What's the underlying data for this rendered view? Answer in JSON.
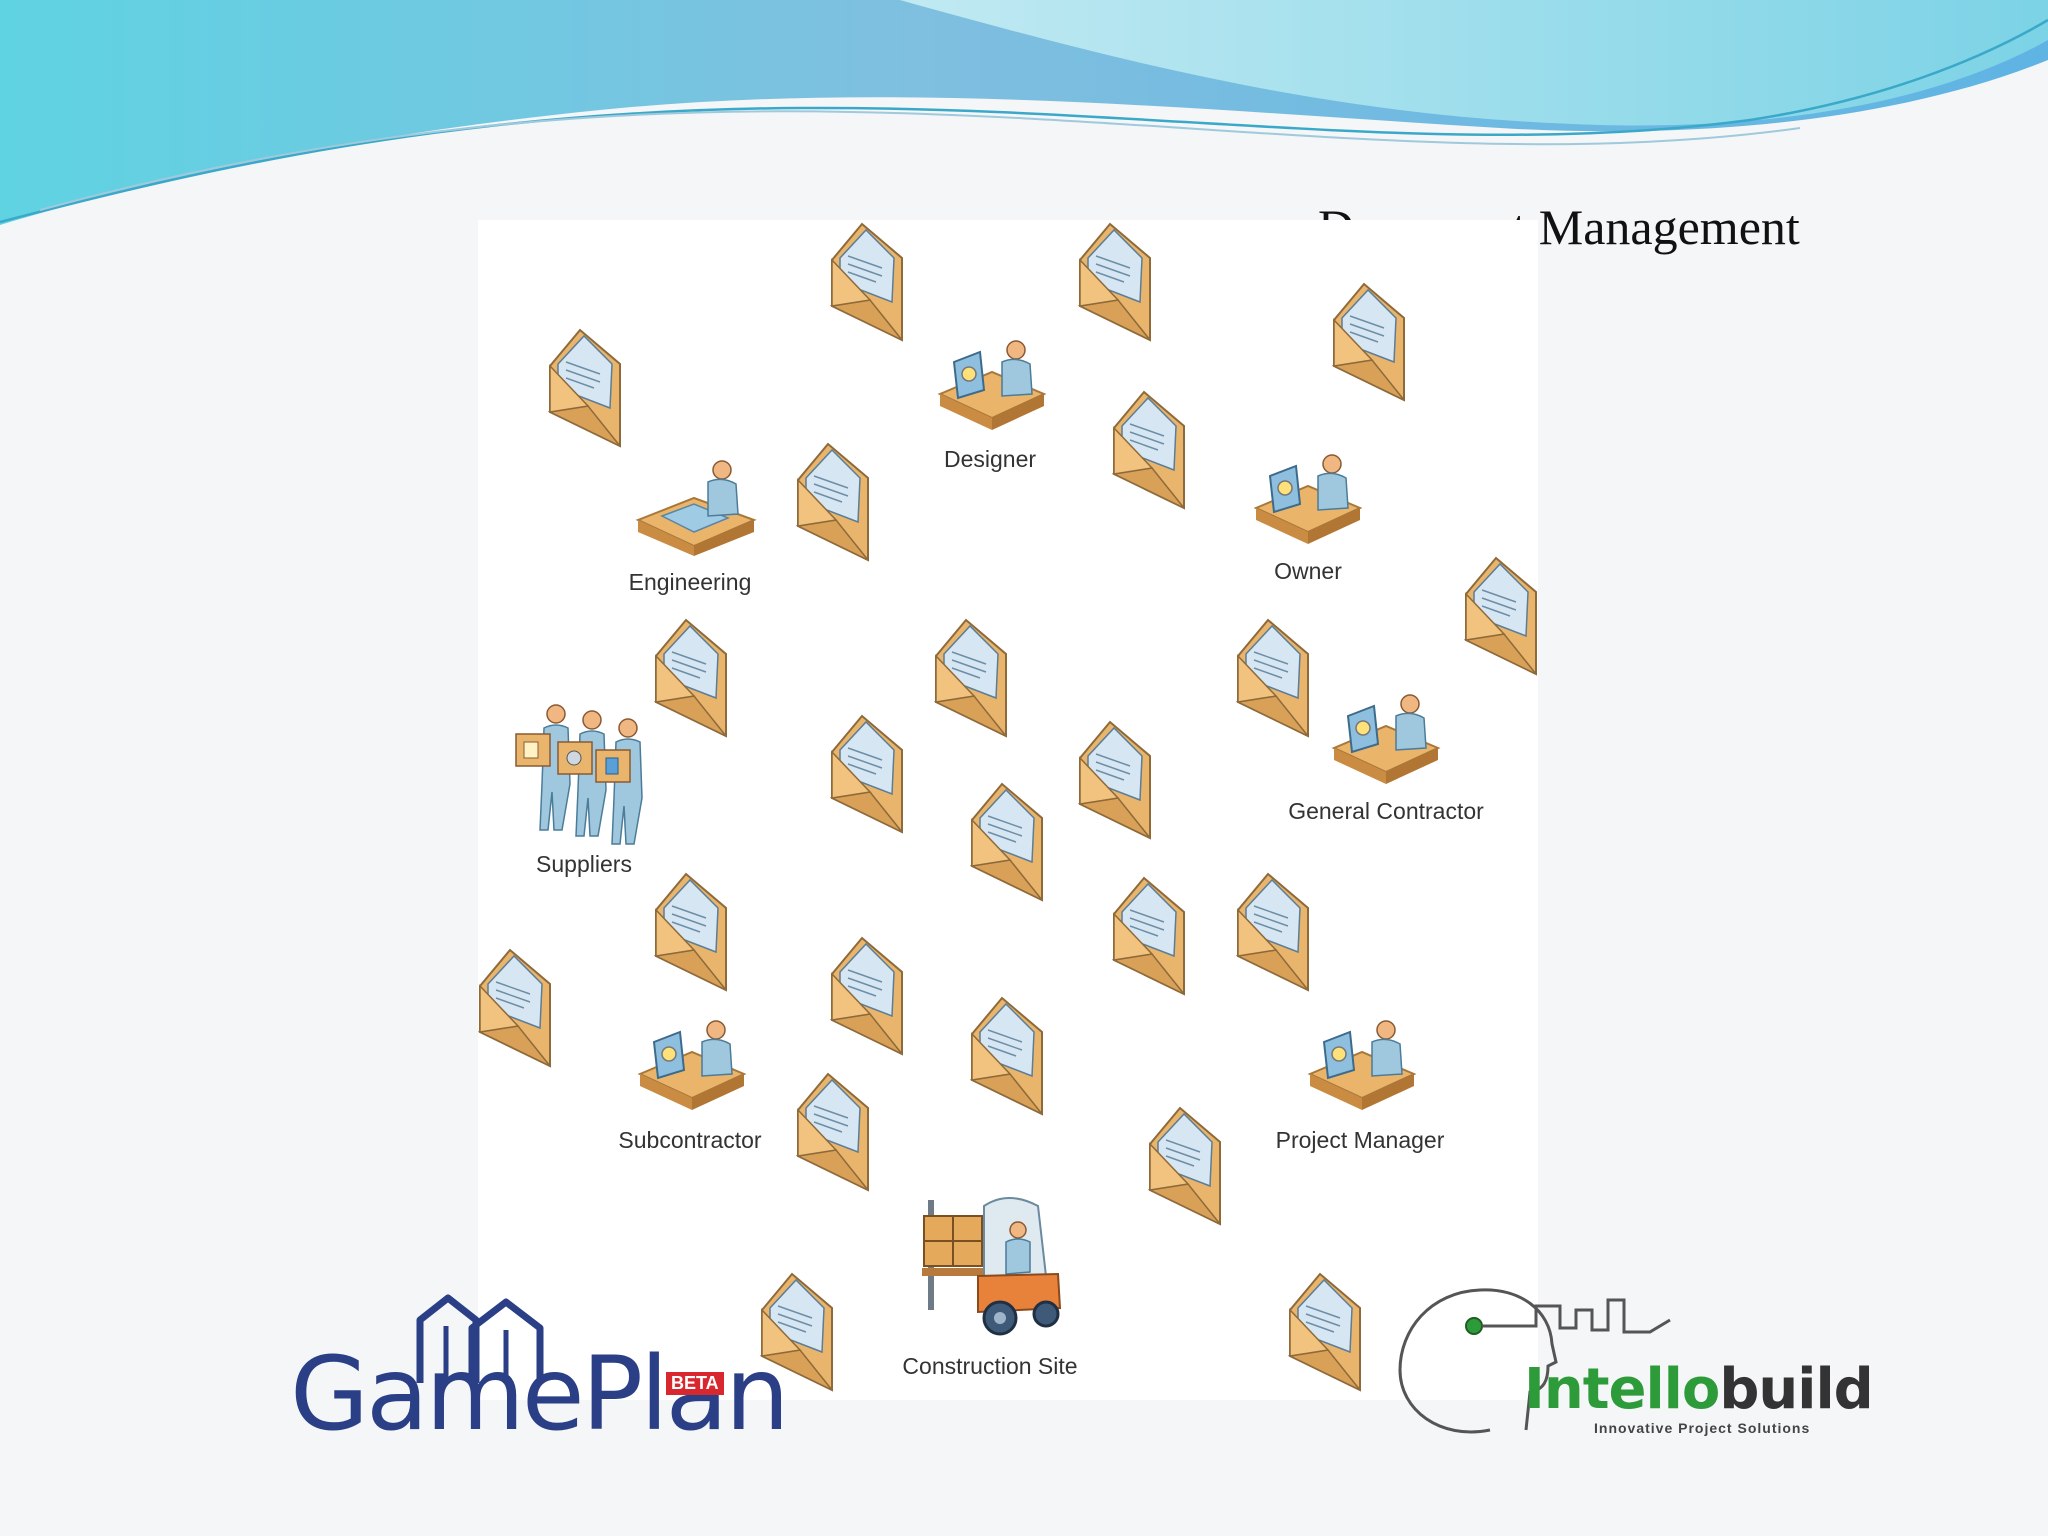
{
  "title": "Document Management",
  "nodes": [
    {
      "key": "designer",
      "label": "Designer",
      "icon": "workstation-person-icon"
    },
    {
      "key": "engineering",
      "label": "Engineering",
      "icon": "drafting-table-person-icon"
    },
    {
      "key": "owner",
      "label": "Owner",
      "icon": "workstation-person-icon"
    },
    {
      "key": "general_contractor",
      "label": "General Contractor",
      "icon": "workstation-person-icon"
    },
    {
      "key": "suppliers",
      "label": "Suppliers",
      "icon": "people-carrying-boxes-icon"
    },
    {
      "key": "subcontractor",
      "label": "Subcontractor",
      "icon": "workstation-person-icon"
    },
    {
      "key": "project_manager",
      "label": "Project Manager",
      "icon": "workstation-person-icon"
    },
    {
      "key": "construction_site",
      "label": "Construction Site",
      "icon": "forklift-icon"
    }
  ],
  "logos": {
    "gameplan": {
      "text": "GamePlan",
      "badge": "BETA",
      "color": "#2a3f86",
      "badge_color": "#d8282f"
    },
    "intellobuild": {
      "text_a": "Intello",
      "text_b": "build",
      "tagline": "Innovative Project Solutions",
      "color_a": "#2e9b3a",
      "color_b": "#333333"
    }
  },
  "envelope_icon": "open-envelope-document-icon",
  "colors": {
    "envelope": "#e9b56c",
    "document": "#d6e7f3",
    "person": "#9fc7dd"
  }
}
